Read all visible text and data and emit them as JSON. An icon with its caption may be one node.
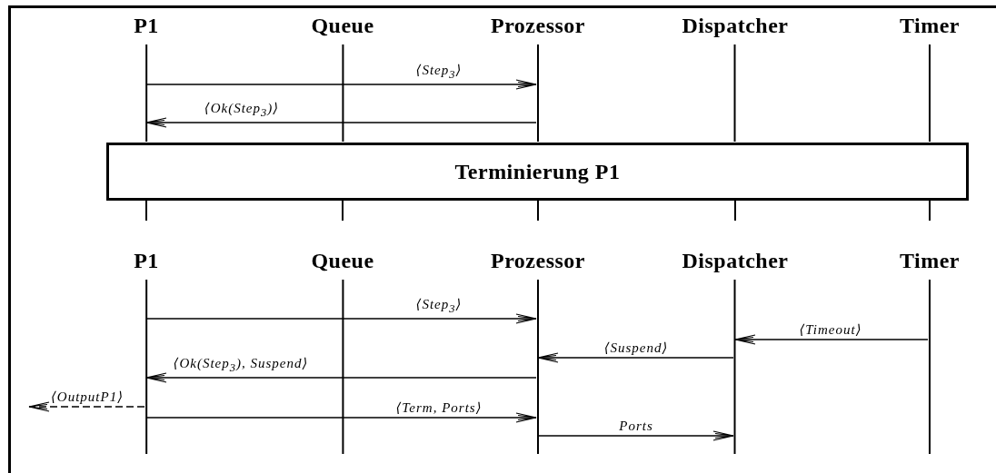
{
  "diagram": {
    "nodes": [
      {
        "text": [
          "P1"
        ]
      },
      {
        "text": [
          "Queue"
        ]
      },
      {
        "text": [
          "Prozessor"
        ]
      },
      {
        "text": [
          "Dispatcher"
        ]
      },
      {
        "text": [
          "Timer"
        ]
      },
      {
        "text": [
          "Terminierung P1"
        ]
      },
      {
        "text": [
          "P1"
        ]
      },
      {
        "text": [
          "Queue"
        ]
      },
      {
        "text": [
          "Prozessor"
        ]
      },
      {
        "text": [
          "Dispatcher"
        ]
      },
      {
        "text": [
          "Timer"
        ]
      }
    ],
    "edges": [
      {
        "from": 0,
        "to": 2,
        "arrow": "to",
        "label": "⟨Step$_{3}$⟩"
      },
      {
        "from": 2,
        "to": 0,
        "arrow": "to",
        "label": "⟨Ok(Step$_{3}$)⟩"
      },
      {
        "from": 6,
        "to": 8,
        "arrow": "to",
        "label": "⟨Step$_{3}$⟩"
      },
      {
        "from": 10,
        "to": 9,
        "arrow": "to",
        "label": "⟨Timeout⟩"
      },
      {
        "from": 9,
        "to": 8,
        "arrow": "to",
        "label": "⟨Suspend⟩"
      },
      {
        "from": 8,
        "to": 6,
        "arrow": "to",
        "label": "⟨Ok(Step$_{3}$), Suspend⟩"
      },
      {
        "from": 6,
        "to": null,
        "arrow": "to",
        "label": "⟨OutputP1⟩",
        "style": "dashed"
      },
      {
        "from": 6,
        "to": 8,
        "arrow": "to",
        "label": "⟨Term, Ports⟩"
      },
      {
        "from": 8,
        "to": 9,
        "arrow": "to",
        "label": "Ports"
      }
    ]
  }
}
